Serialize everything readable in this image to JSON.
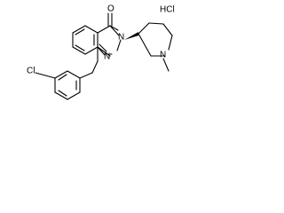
{
  "molecule": {
    "atoms": {
      "oxygen": "O",
      "nitrogen_ring_2": "N",
      "nitrogen_ring_3": "N",
      "nitrogen_azepane": "N",
      "chlorine": "Cl",
      "hydrochloride": "HCl"
    },
    "colors": {
      "bond": "#000000",
      "label": "#000000",
      "background": "#ffffff"
    }
  }
}
